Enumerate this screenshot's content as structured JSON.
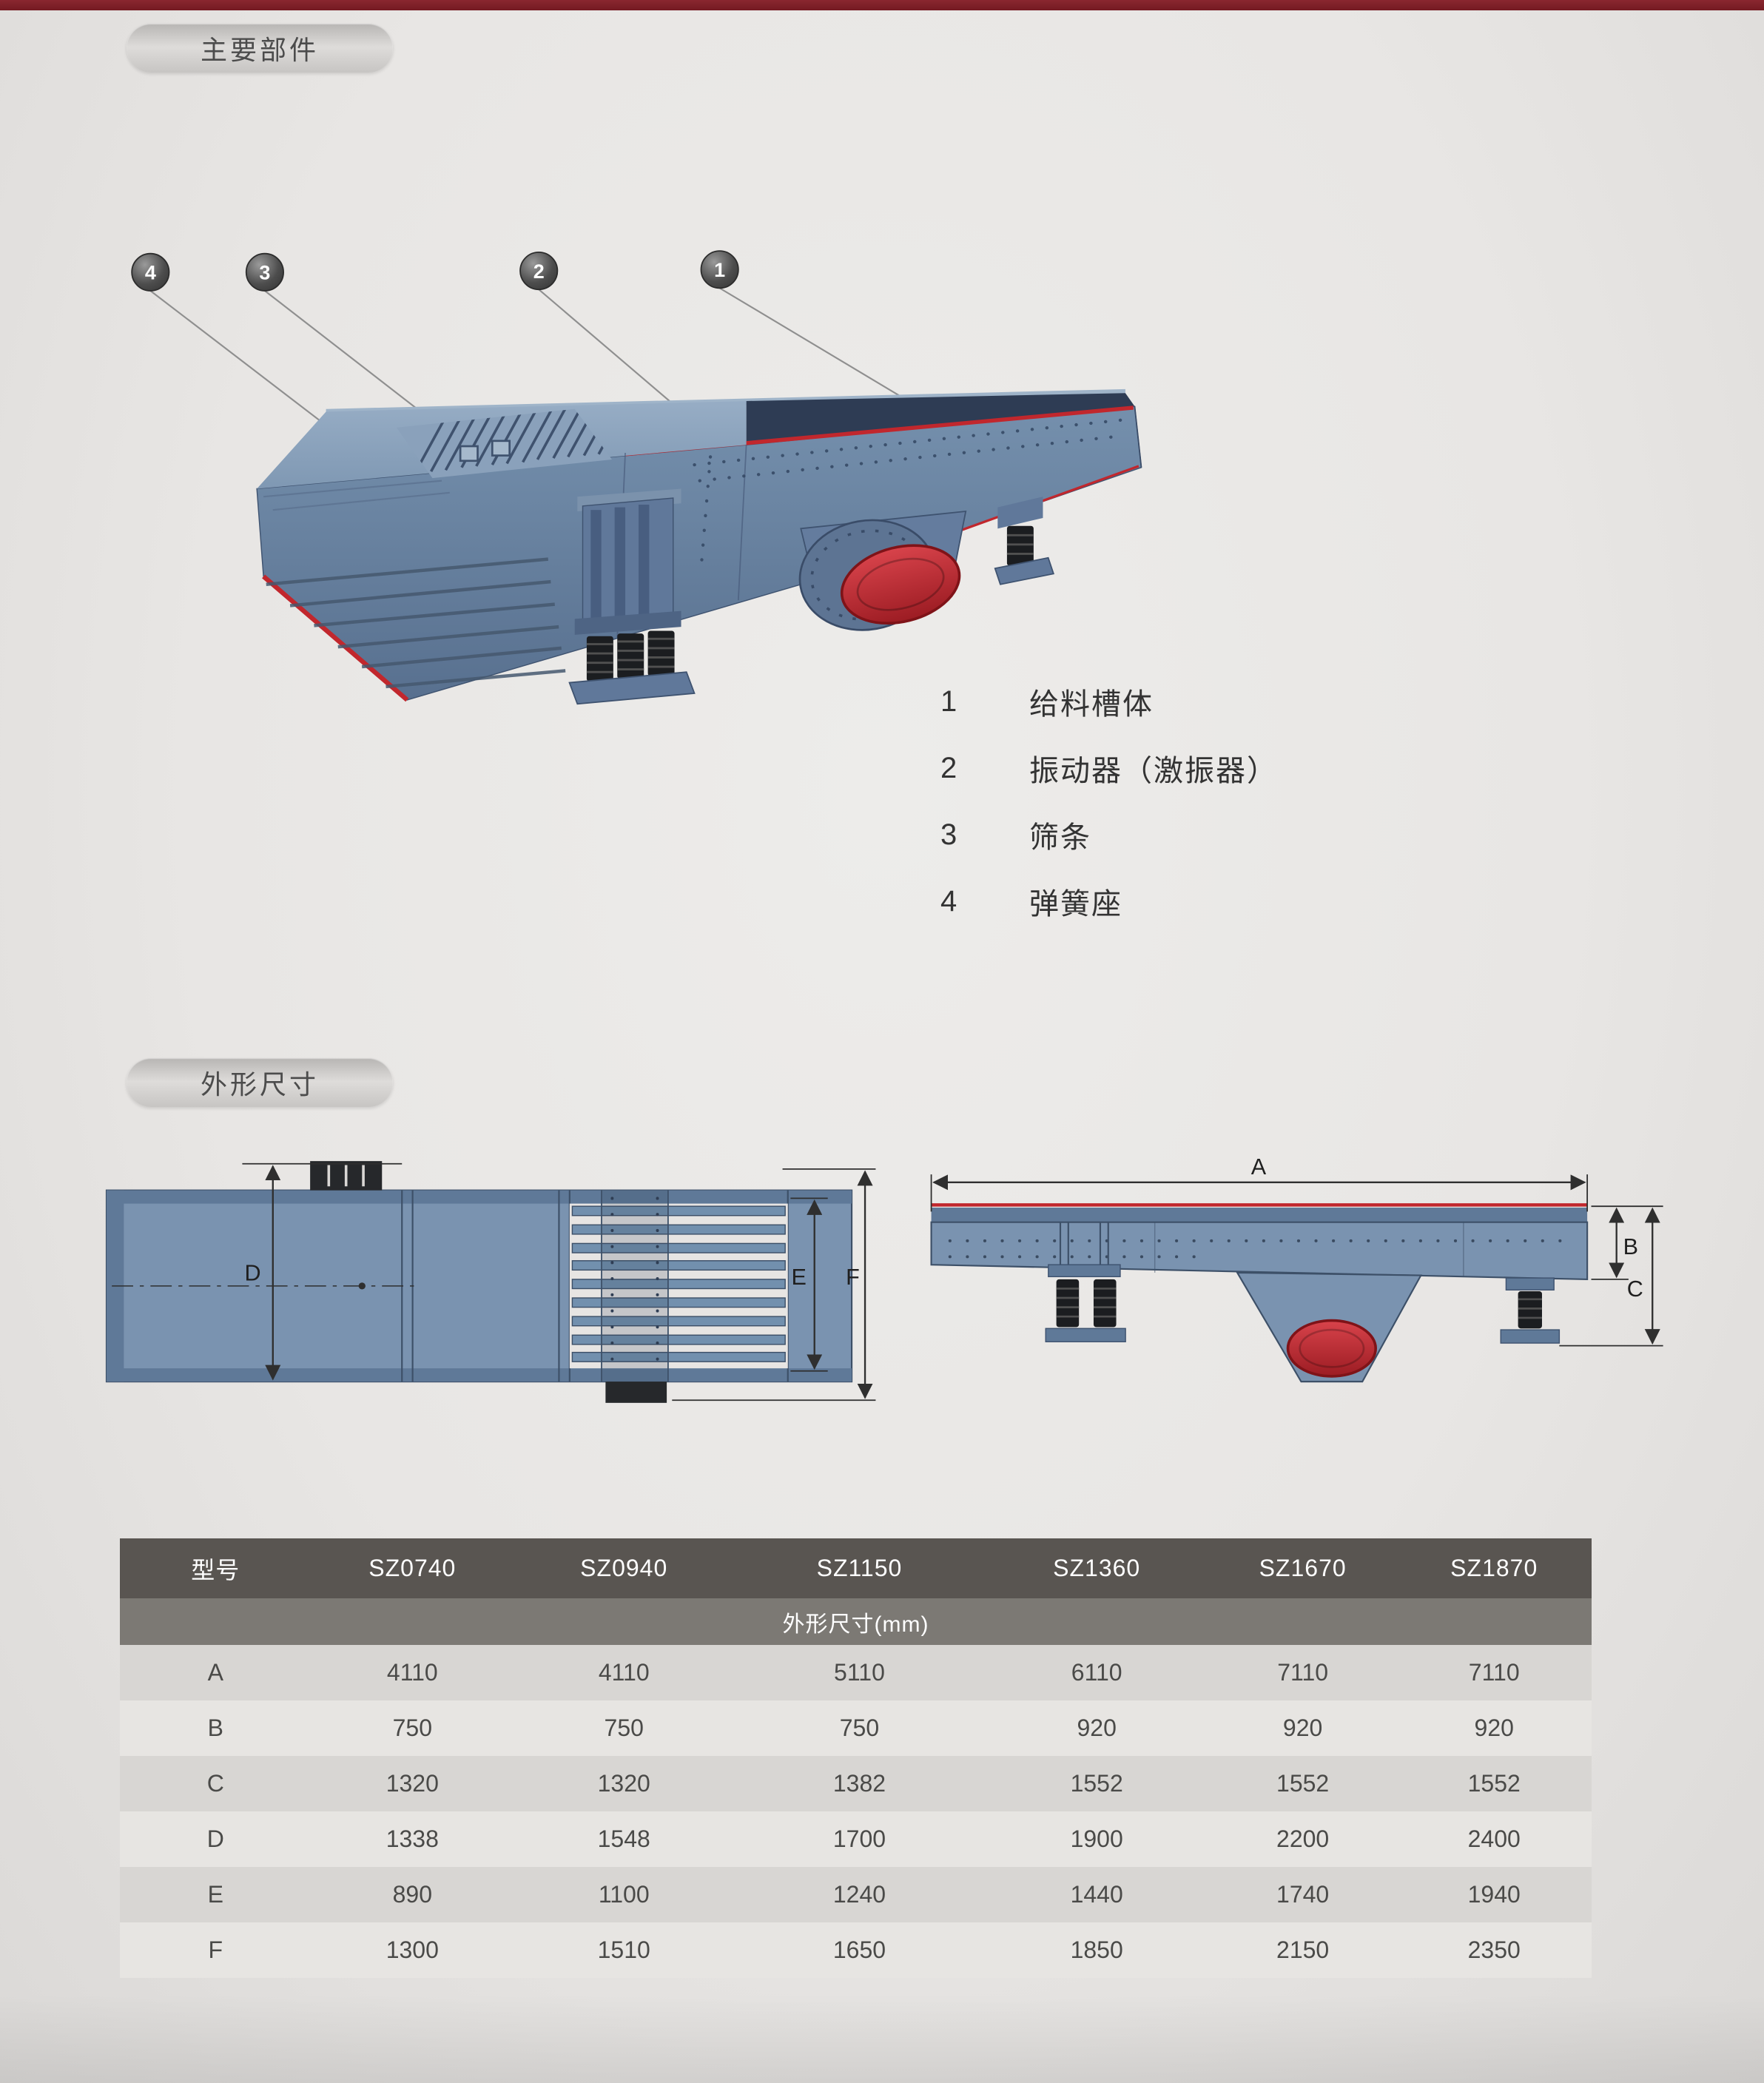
{
  "page": {
    "top_bar_color": "#741a22",
    "accent_red": "#c1272d",
    "machine_blue": "#6e89a8",
    "table_header_bg": "#595551"
  },
  "sections": {
    "components_badge": "主要部件",
    "dimensions_badge": "外形尺寸"
  },
  "figure3d": {
    "callouts": [
      "4",
      "3",
      "2",
      "1"
    ]
  },
  "legend": {
    "items": [
      {
        "num": "1",
        "label": "给料槽体"
      },
      {
        "num": "2",
        "label": "振动器（激振器）"
      },
      {
        "num": "3",
        "label": "筛条"
      },
      {
        "num": "4",
        "label": "弹簧座"
      }
    ]
  },
  "drawings": {
    "top_view": {
      "labels": [
        "D",
        "E",
        "F"
      ]
    },
    "side_view": {
      "labels": [
        "A",
        "B",
        "C"
      ]
    }
  },
  "table": {
    "header": [
      "型号",
      "SZ0740",
      "SZ0940",
      "SZ1150",
      "SZ1360",
      "SZ1670",
      "SZ1870"
    ],
    "subheader": "外形尺寸(mm)",
    "rows": [
      {
        "label": "A",
        "values": [
          "4110",
          "4110",
          "5110",
          "6110",
          "7110",
          "7110"
        ]
      },
      {
        "label": "B",
        "values": [
          "750",
          "750",
          "750",
          "920",
          "920",
          "920"
        ]
      },
      {
        "label": "C",
        "values": [
          "1320",
          "1320",
          "1382",
          "1552",
          "1552",
          "1552"
        ]
      },
      {
        "label": "D",
        "values": [
          "1338",
          "1548",
          "1700",
          "1900",
          "2200",
          "2400"
        ]
      },
      {
        "label": "E",
        "values": [
          "890",
          "1100",
          "1240",
          "1440",
          "1740",
          "1940"
        ]
      },
      {
        "label": "F",
        "values": [
          "1300",
          "1510",
          "1650",
          "1850",
          "2150",
          "2350"
        ]
      }
    ]
  }
}
